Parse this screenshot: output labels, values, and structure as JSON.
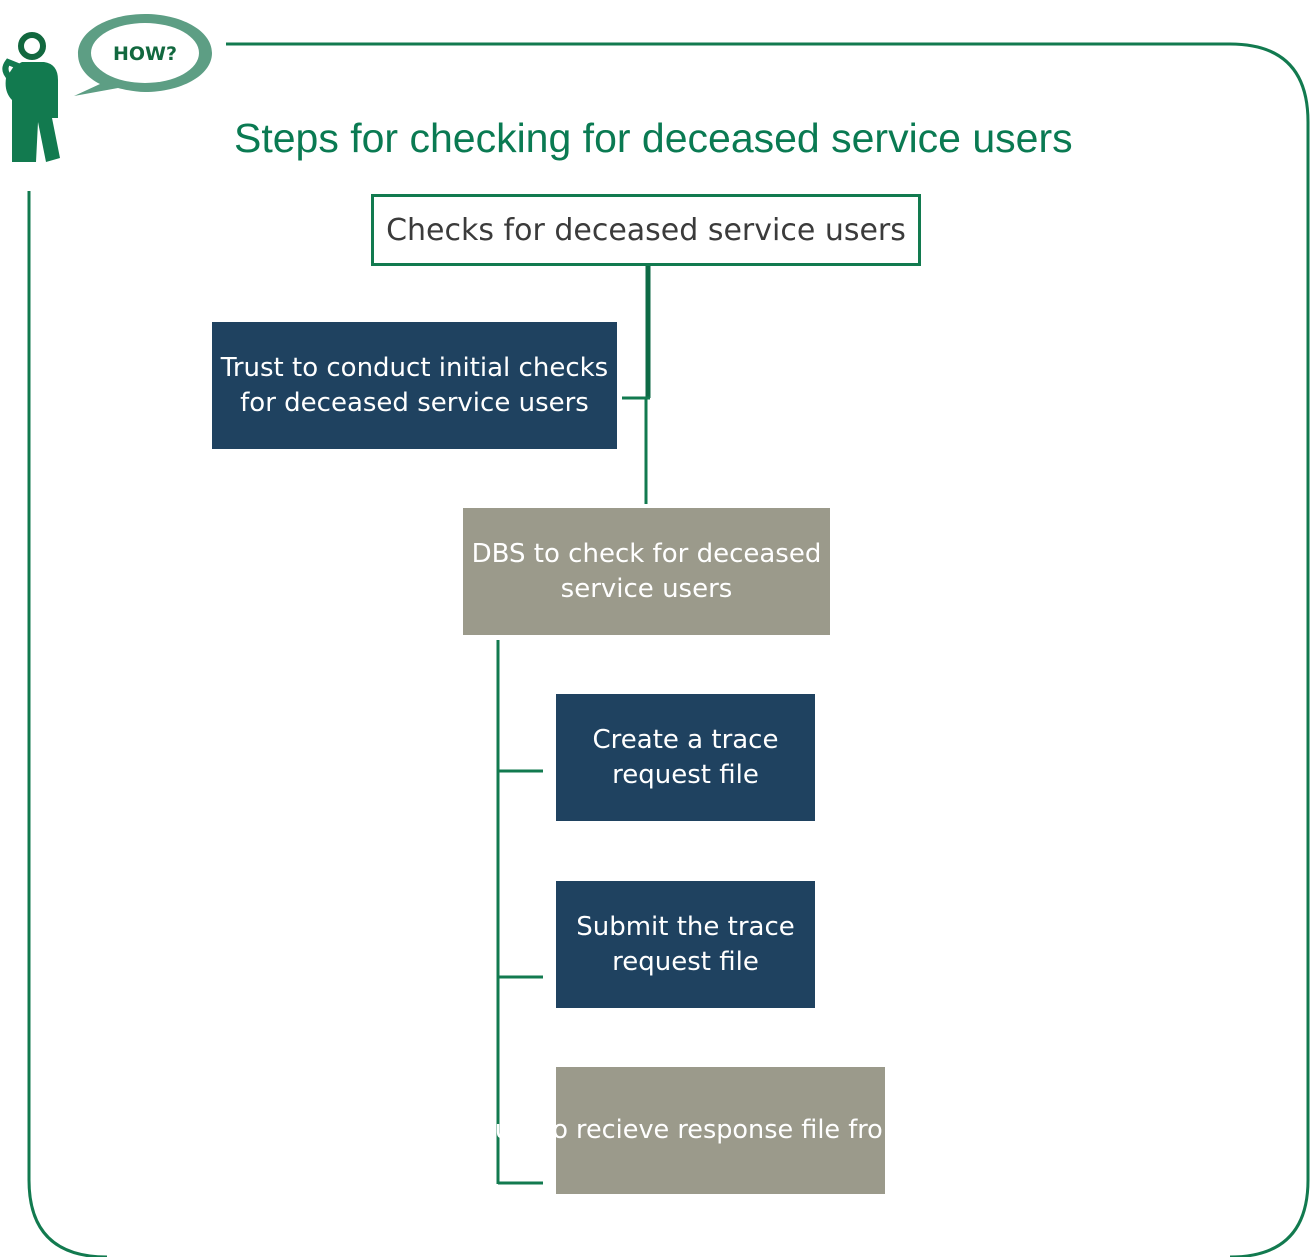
{
  "badge": {
    "speech_text": "HOW?"
  },
  "title": "Steps for checking for deceased service users",
  "nodes": {
    "root": "Checks for deceased service users",
    "trust_initial_checks": "Trust to conduct initial checks for deceased service users",
    "dbs_check": "DBS to check for deceased service users",
    "create_trace": "Create a trace request file",
    "submit_trace": "Submit the trace request file",
    "receive_response": "Trust to recieve response file from DBS"
  },
  "colors": {
    "brand_green": "#0a7a52",
    "frame_green": "#127a4f",
    "navy_box": "#1f4260",
    "grey_box": "#9b9a8b",
    "speech_bubble": "#5d9e84"
  }
}
